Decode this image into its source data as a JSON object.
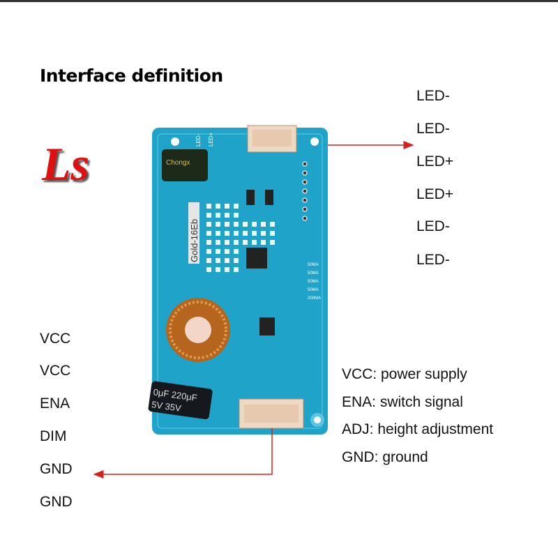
{
  "title": "Interface definition",
  "logo": "Ls",
  "board": {
    "model": "Gold-16Eb",
    "silk_led_minus": "LED-",
    "silk_led_plus": "LED+",
    "current_options": [
      "50MA",
      "50MA",
      "50MA",
      "50MA",
      "200MA"
    ],
    "cap_top": "Chongx",
    "cap_bottom_1": "0μF 220μF",
    "cap_bottom_2": "5V 35V"
  },
  "output_pins": [
    "LED-",
    "LED-",
    "LED+",
    "LED+",
    "LED-",
    "LED-"
  ],
  "input_pins": [
    "VCC",
    "VCC",
    "ENA",
    "DIM",
    "GND",
    "GND"
  ],
  "descriptions": [
    "VCC: power supply",
    "ENA: switch signal",
    "ADJ: height adjustment",
    "GND: ground"
  ],
  "colors": {
    "arrow": "#d42020",
    "board": "#1fa3c8",
    "logo": "#e01010"
  }
}
